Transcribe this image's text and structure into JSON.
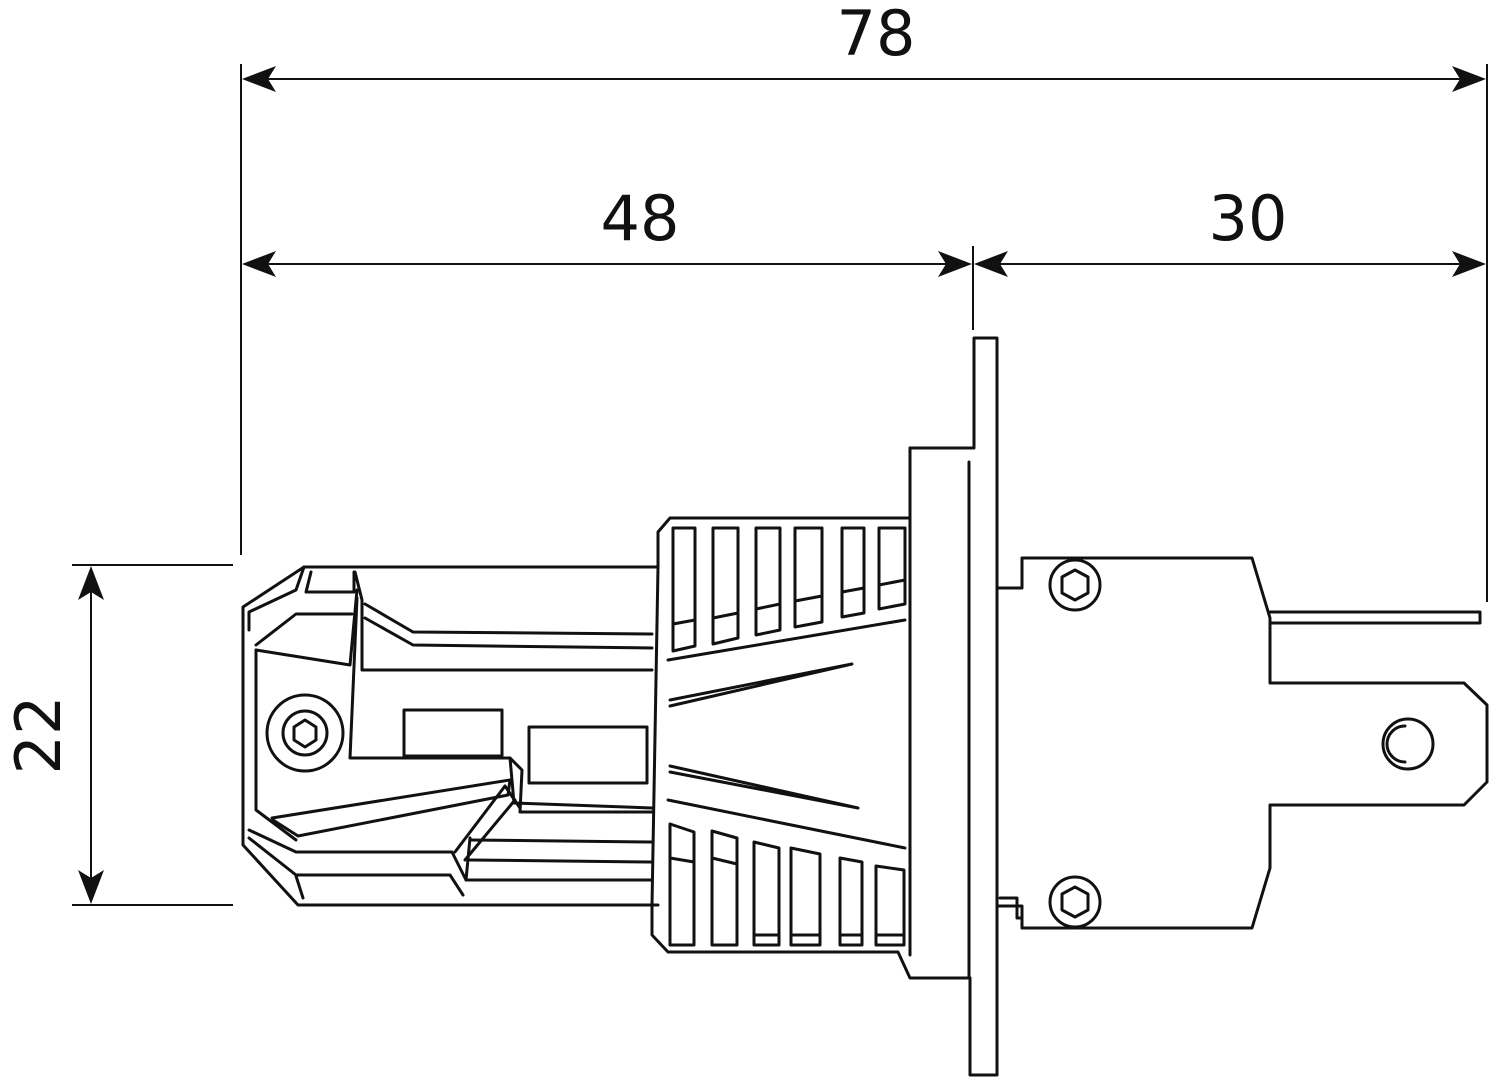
{
  "diagram": {
    "dimensions": {
      "overall_length": "78",
      "body_length": "48",
      "plug_length": "30",
      "body_diameter": "22"
    }
  }
}
